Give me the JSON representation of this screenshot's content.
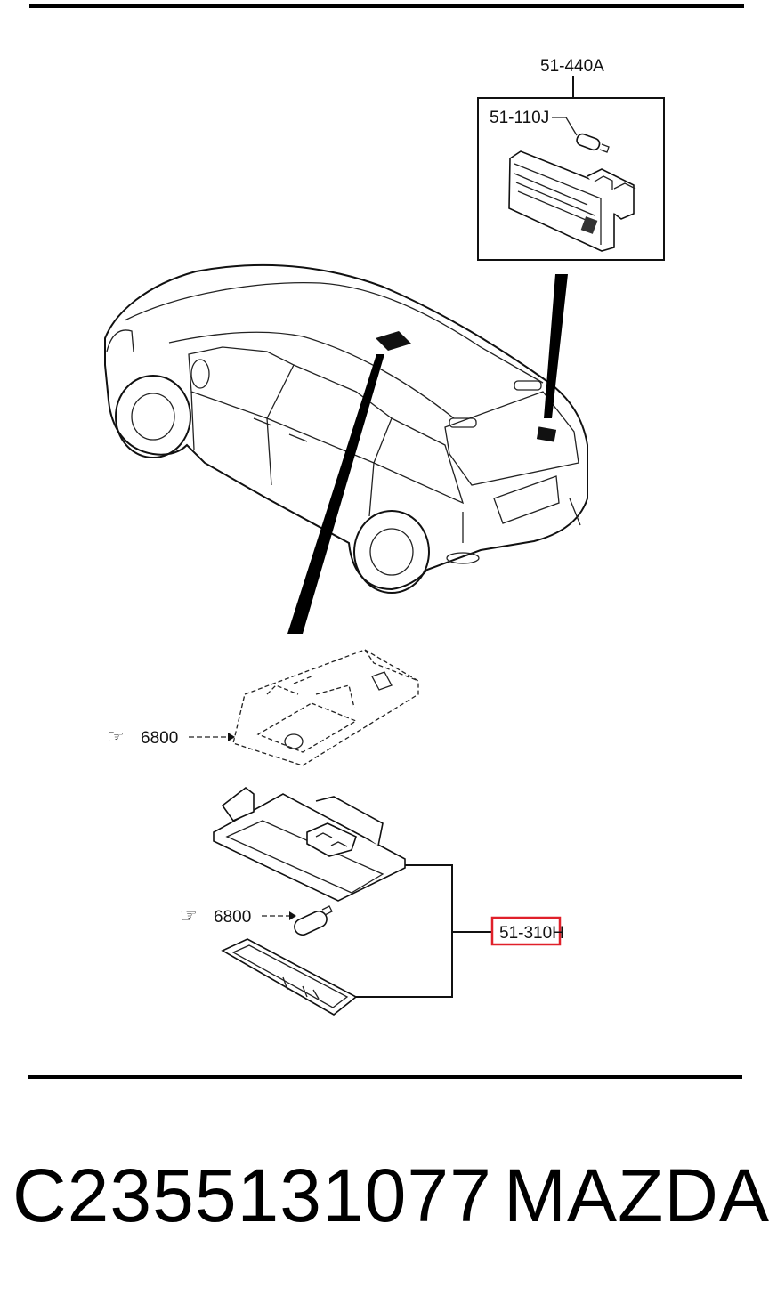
{
  "labels": {
    "assembly_rear": "51-440A",
    "bulb_rear": "51-110J",
    "torque_upper": "6800",
    "torque_lower": "6800",
    "assembly_front": "51-310H"
  },
  "footer": {
    "part_number": "C2355131077",
    "brand": "MAZDA"
  },
  "colors": {
    "highlight": "#e0202a",
    "line": "#111111"
  },
  "icons": [
    "hand-pointer-icon"
  ]
}
